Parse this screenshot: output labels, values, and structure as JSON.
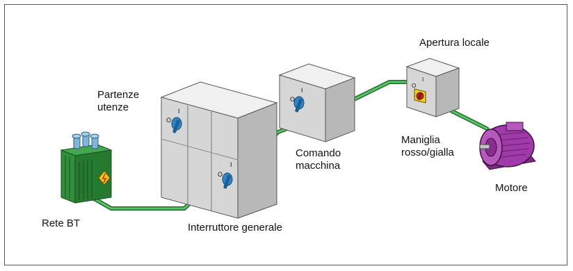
{
  "labels": {
    "rete_bt": "Rete BT",
    "partenze_utenze": "Partenze\nutenze",
    "interruttore_generale": "Interruttore generale",
    "comando_macchina": "Comando\nmacchina",
    "apertura_locale": "Apertura locale",
    "maniglia": "Maniglia\nrosso/gialla",
    "motore": "Motore"
  },
  "switch_marks": {
    "on": "I",
    "off": "O"
  },
  "colors": {
    "cable": "#2e9a3a",
    "transformer": "#2f8f3a",
    "cabinet": "#dcdcdc",
    "switch_handle": "#2f86c8",
    "emergency_handle": "#cc2a22",
    "emergency_base": "#f2d21a",
    "motor": "#a03aa8"
  }
}
